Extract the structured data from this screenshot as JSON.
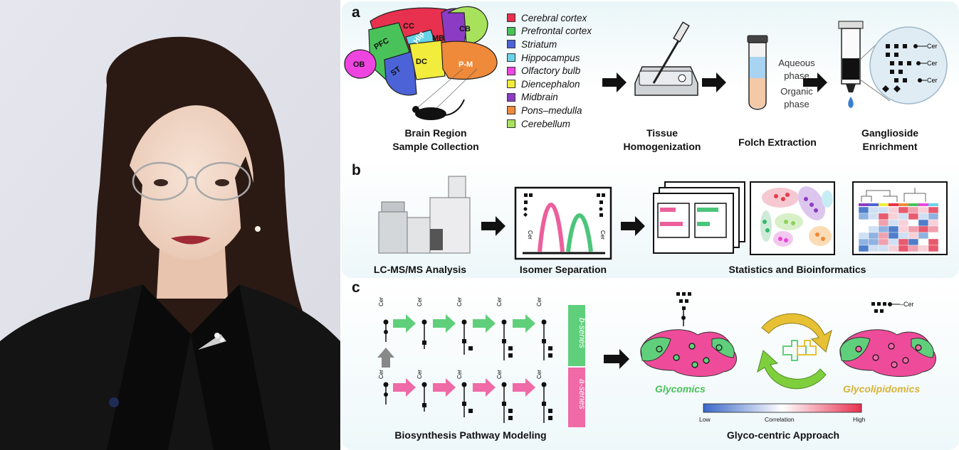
{
  "panel_a": {
    "label": "a",
    "regions": [
      "OB",
      "PFC",
      "CC",
      "Hip",
      "MB",
      "CB",
      "ST",
      "DC",
      "P-M"
    ],
    "legend": [
      {
        "label": "Cerebral cortex",
        "color": "#e8314f"
      },
      {
        "label": "Prefrontal cortex",
        "color": "#49c25a"
      },
      {
        "label": "Striatum",
        "color": "#4b63d6"
      },
      {
        "label": "Hippocampus",
        "color": "#68d3e6"
      },
      {
        "label": "Olfactory bulb",
        "color": "#ee45e0"
      },
      {
        "label": "Diencephalon",
        "color": "#f2ec3c"
      },
      {
        "label": "Midbrain",
        "color": "#8c3cc4"
      },
      {
        "label": "Pons–medulla",
        "color": "#ef8a3a"
      },
      {
        "label": "Cerebellum",
        "color": "#a8e25c"
      }
    ],
    "steps": {
      "collection": [
        "Brain Region",
        "Sample Collection"
      ],
      "homogenization": [
        "Tissue",
        "Homogenization"
      ],
      "folch": "Folch Extraction",
      "enrichment": [
        "Ganglioside",
        "Enrichment"
      ]
    },
    "phases": {
      "aqueous": [
        "Aqueous",
        "phase"
      ],
      "organic": [
        "Organic",
        "phase"
      ]
    },
    "cer": "Cer"
  },
  "panel_b": {
    "label": "b",
    "steps": {
      "lcms": "LC-MS/MS Analysis",
      "isomer": "Isomer Separation",
      "stats": "Statistics and Bioinformatics"
    },
    "cer": "Cer"
  },
  "panel_c": {
    "label": "c",
    "series": {
      "b": "b-series",
      "a": "a-series"
    },
    "pathway": "Biosynthesis Pathway Modeling",
    "glycomics": "Glycomics",
    "glycolipidomics": "Glycolipidomics",
    "correlation": {
      "low": "Low",
      "mid": "Correlation",
      "high": "High"
    },
    "approach": "Glyco-centric Approach",
    "cer": "Cer",
    "cer_dash": "–Cer"
  }
}
